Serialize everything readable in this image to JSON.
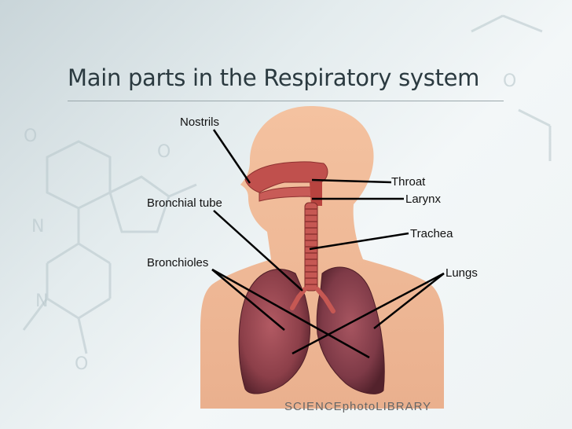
{
  "slide": {
    "title": "Main parts in the Respiratory system"
  },
  "diagram": {
    "labels": {
      "nostrils": "Nostrils",
      "throat": "Throat",
      "larynx": "Larynx",
      "bronchial_tube": "Bronchial tube",
      "trachea": "Trachea",
      "bronchioles": "Bronchioles",
      "lungs": "Lungs"
    },
    "credit": {
      "part1": "SCIENCE",
      "part2": "photo",
      "part3": "LIBRARY"
    }
  },
  "colors": {
    "skin": "#f0b894",
    "skin_shadow": "#e6a37f",
    "airway": "#c0504d",
    "lung": "#9c4a52",
    "lung_dark": "#6e2f38",
    "title": "#2b3a40"
  }
}
